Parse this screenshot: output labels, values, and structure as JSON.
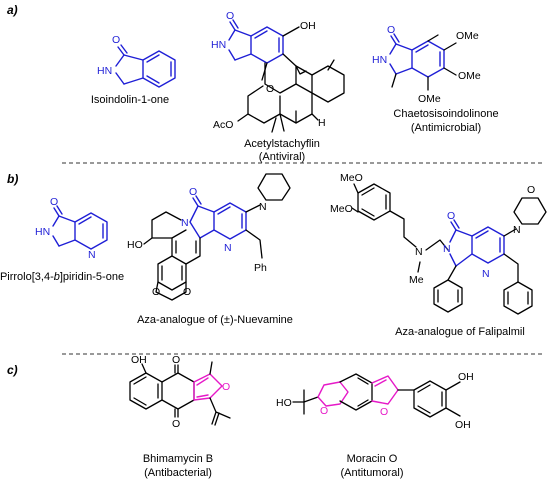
{
  "sections": [
    {
      "label": "a)",
      "compounds": [
        {
          "name": "Isoindolin-1-one",
          "note": ""
        },
        {
          "name": "Acetylstachyflin",
          "note": "(Antiviral)"
        },
        {
          "name": "Chaetosisoindolinone",
          "note": "(Antimicrobial)"
        }
      ]
    },
    {
      "label": "b)",
      "compounds": [
        {
          "name_prefix": "Pirrolo[3,4-",
          "name_italic": "b",
          "name_suffix": "]piridin-5-one"
        },
        {
          "name": "Aza-analogue of (±)-Nuevamine"
        },
        {
          "name": "Aza-analogue of Falipalmil"
        }
      ]
    },
    {
      "label": "c)",
      "compounds": [
        {
          "name": "Bhimamycin B",
          "note": "(Antibacterial)"
        },
        {
          "name": "Moracin O",
          "note": "(Antitumoral)"
        }
      ]
    }
  ],
  "atoms": {
    "O": "O",
    "HN": "HN",
    "N": "N",
    "H": "H",
    "OH": "OH",
    "OMe": "OMe",
    "AcO": "AcO",
    "HO": "HO",
    "Ph": "Ph",
    "Me": "Me",
    "MeO": "MeO"
  },
  "colors": {
    "scaffold_a_b": "#1f1fd6",
    "scaffold_c": "#e619c8",
    "bonds": "#000000"
  }
}
